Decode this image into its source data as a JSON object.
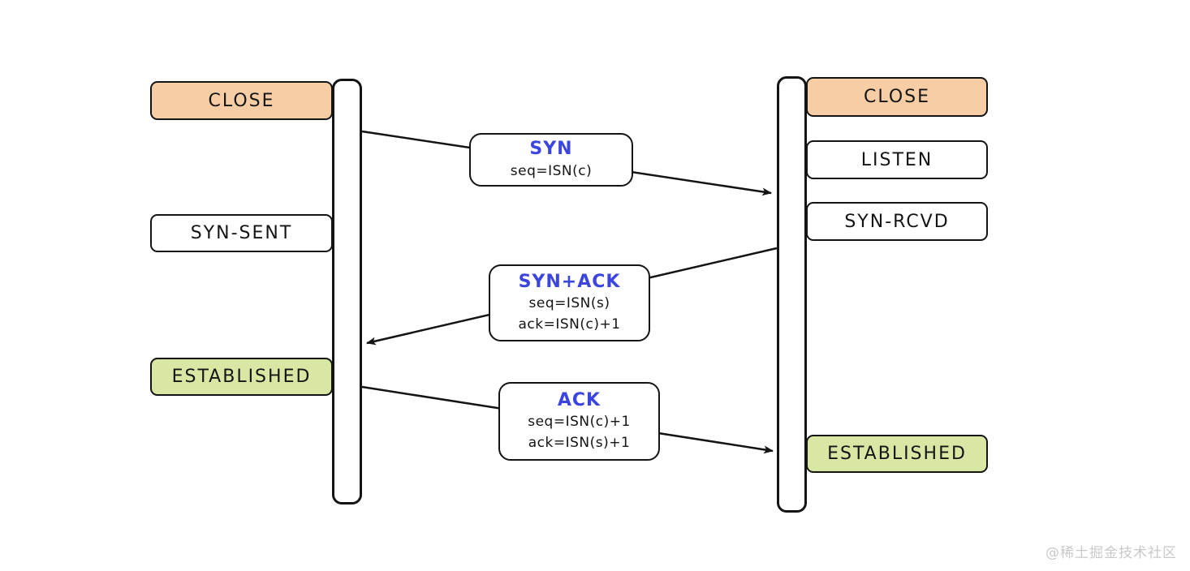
{
  "client": {
    "states": [
      {
        "label": "CLOSE",
        "variant": "orange"
      },
      {
        "label": "SYN-SENT",
        "variant": "white"
      },
      {
        "label": "ESTABLISHED",
        "variant": "green"
      }
    ]
  },
  "server": {
    "states": [
      {
        "label": "CLOSE",
        "variant": "orange"
      },
      {
        "label": "LISTEN",
        "variant": "white"
      },
      {
        "label": "SYN-RCVD",
        "variant": "white"
      },
      {
        "label": "ESTABLISHED",
        "variant": "green"
      }
    ]
  },
  "messages": [
    {
      "title": "SYN",
      "lines": [
        "seq=ISN(c)"
      ]
    },
    {
      "title": "SYN+ACK",
      "lines": [
        "seq=ISN(s)",
        "ack=ISN(c)+1"
      ]
    },
    {
      "title": "ACK",
      "lines": [
        "seq=ISN(c)+1",
        "ack=ISN(s)+1"
      ]
    }
  ],
  "watermark": "@稀土掘金技术社区",
  "colors": {
    "orange": "#f6cda4",
    "green": "#d8e8a4",
    "blue": "#3c45dd",
    "ink": "#141414"
  }
}
